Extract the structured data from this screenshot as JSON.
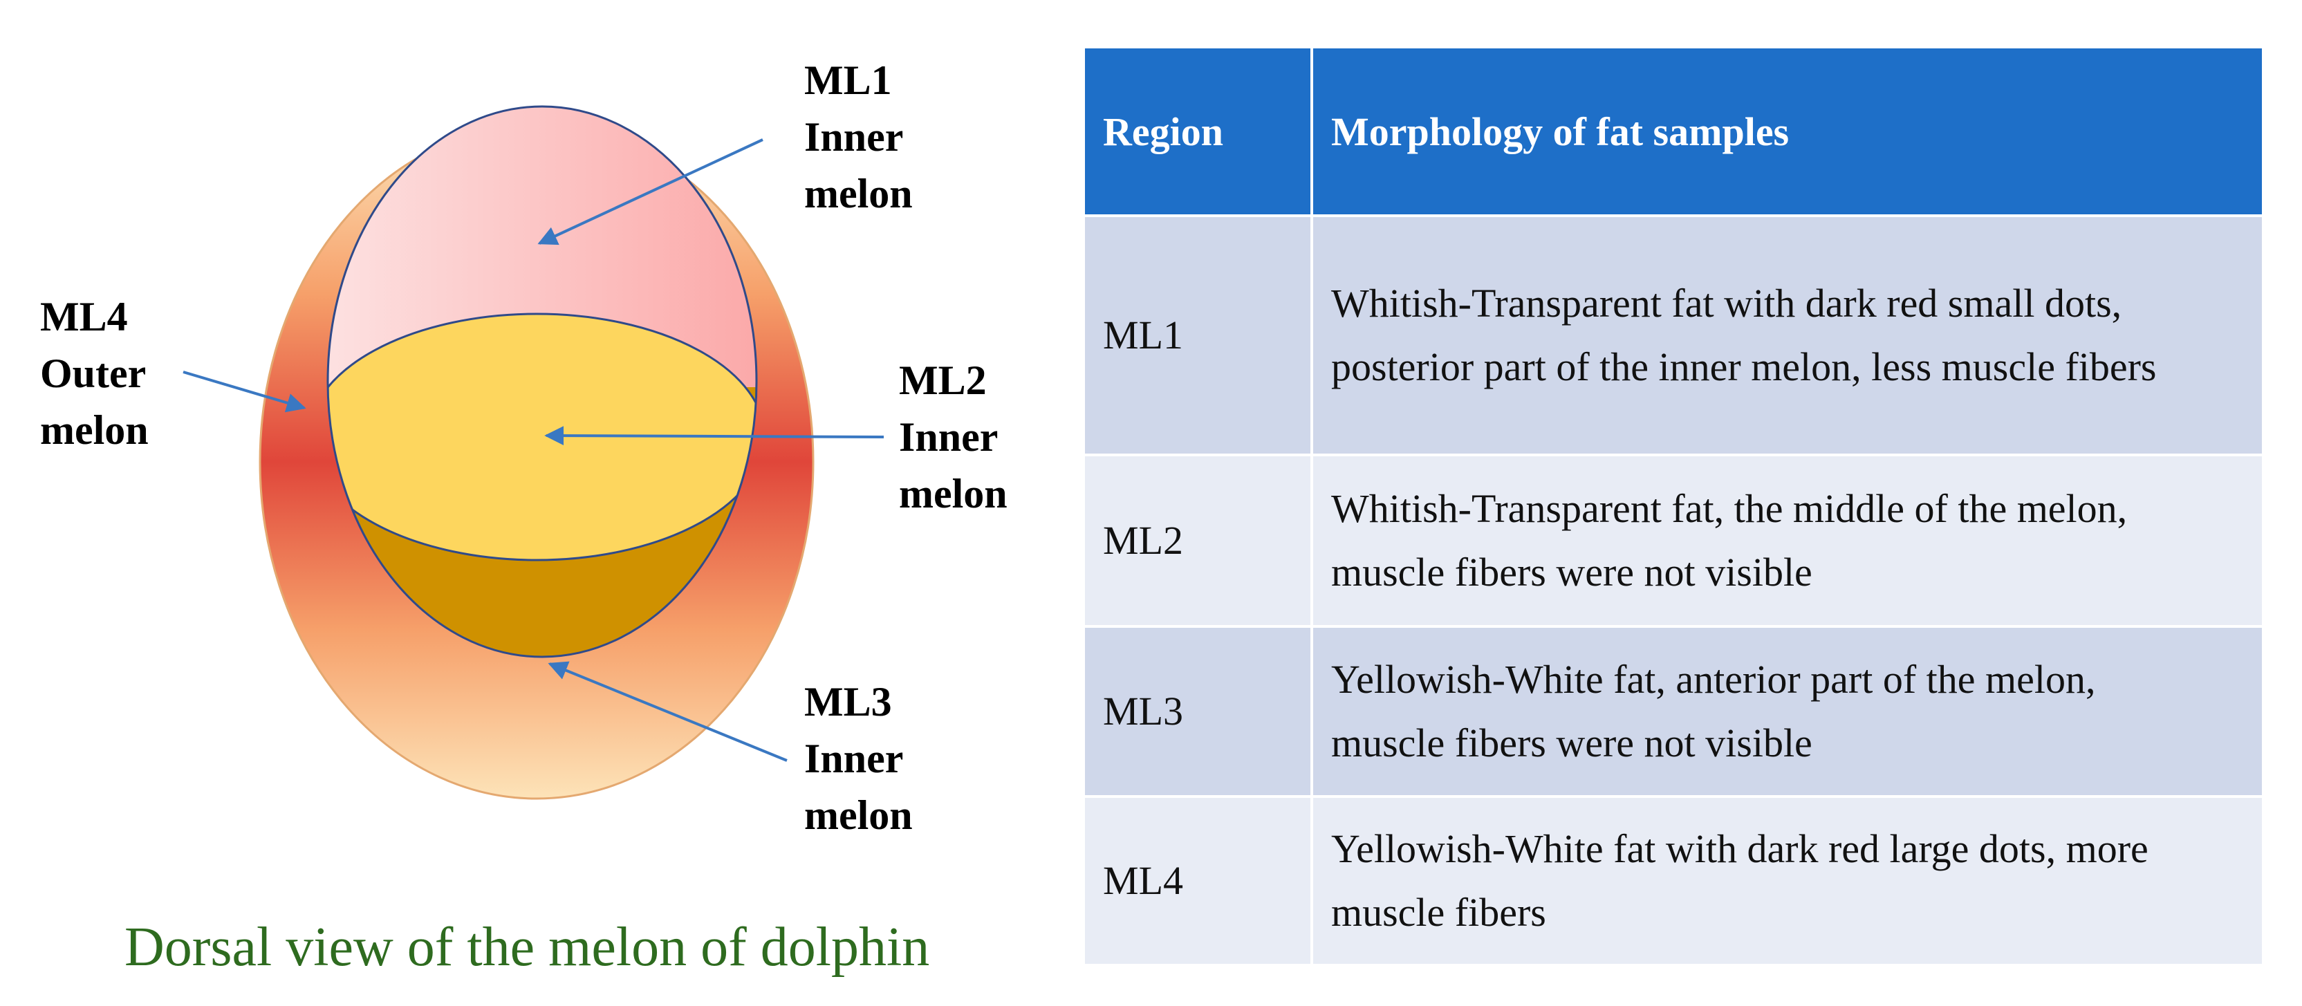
{
  "diagram": {
    "labels": {
      "ml1": {
        "code": "ML1",
        "line2": "Inner",
        "line3": "melon"
      },
      "ml2": {
        "code": "ML2",
        "line2": "Inner",
        "line3": "melon"
      },
      "ml3": {
        "code": "ML3",
        "line2": "Inner",
        "line3": "melon"
      },
      "ml4": {
        "code": "ML4",
        "line2": "Outer",
        "line3": "melon"
      }
    },
    "caption": "Dorsal view of the melon of dolphin",
    "colors": {
      "outer_melon_edge": "#e0463a",
      "outer_melon_center": "#fde3b8",
      "ml1_fill": "#fbb0b0",
      "ml2_fill": "#fdd65e",
      "ml3_fill": "#cf9100",
      "arrow": "#3a78c2",
      "caption": "#2e6b1f"
    }
  },
  "table": {
    "headers": [
      "Region",
      "Morphology of fat samples"
    ],
    "header_color": "#1e6fc8",
    "rows": [
      {
        "region": "ML1",
        "line1": "Whitish-Transparent fat with dark red small dots,",
        "line2": "posterior part of the inner melon, less muscle fibers"
      },
      {
        "region": "ML2",
        "line1": "Whitish-Transparent fat, the middle of the melon,",
        "line2": "muscle fibers were not visible"
      },
      {
        "region": "ML3",
        "line1": "Yellowish-White fat, anterior part of the melon,",
        "line2": "muscle fibers were not visible"
      },
      {
        "region": "ML4",
        "line1": "Yellowish-White fat with dark red large dots, more",
        "line2": "muscle fibers"
      }
    ]
  }
}
